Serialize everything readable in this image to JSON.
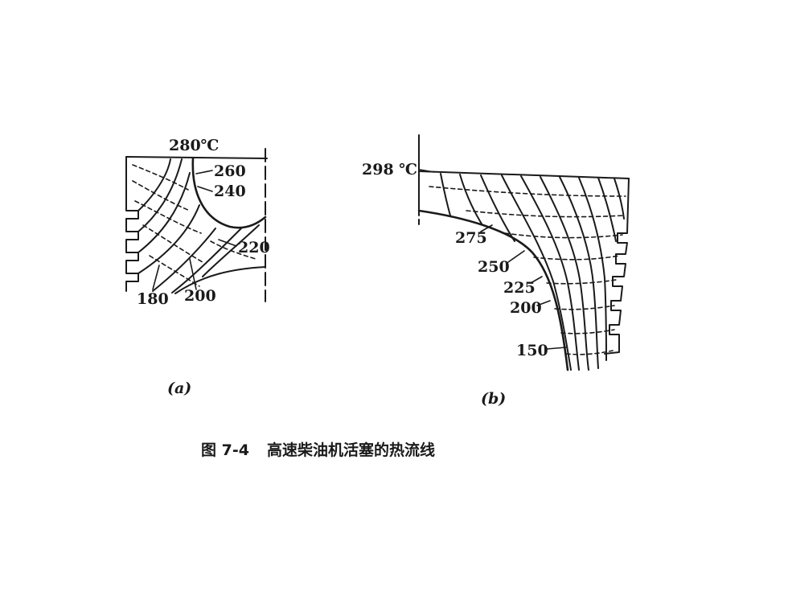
{
  "figure": {
    "panel_a": {
      "labels": [
        "280℃",
        "260",
        "240",
        "220",
        "200",
        "180"
      ],
      "sublabel": "(a)"
    },
    "panel_b": {
      "labels": [
        "298 ℃",
        "275",
        "250",
        "225",
        "200",
        "150"
      ],
      "sublabel": "(b)"
    },
    "caption": {
      "number": "图 7-4",
      "text": "高速柴油机活塞的热流线"
    }
  }
}
